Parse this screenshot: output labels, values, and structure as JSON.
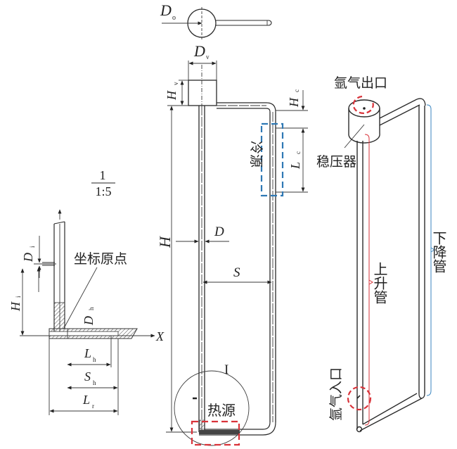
{
  "colors": {
    "line": "#2a2a2a",
    "cold_source_box": "#2e78b4",
    "heat_source_box": "#d9333a",
    "riser_bracket": "#d9333a",
    "downcomer_bracket": "#3a86c0"
  },
  "top_view": {
    "dim_symbol": "D",
    "dim_sub": "o"
  },
  "scale_note": {
    "numerator": "1",
    "denominator": "1:5"
  },
  "detail_view": {
    "label_origin": "坐标原点",
    "axis_x": "X",
    "dims": {
      "Di": {
        "sym": "D",
        "sub": "i"
      },
      "Hi": {
        "sym": "H",
        "sub": "i"
      },
      "Dh": {
        "sym": "D",
        "sub": "h"
      },
      "Lh": {
        "sym": "L",
        "sub": "h"
      },
      "Sh": {
        "sym": "S",
        "sub": "h"
      },
      "Lr": {
        "sym": "L",
        "sub": "r"
      }
    }
  },
  "front_view": {
    "dims": {
      "Dv": {
        "sym": "D",
        "sub": "v"
      },
      "Hv": {
        "sym": "H",
        "sub": "v"
      },
      "Hc": {
        "sym": "H",
        "sub": "c"
      },
      "Lc": {
        "sym": "L",
        "sub": "c"
      },
      "H": {
        "sym": "H"
      },
      "D": {
        "sym": "D"
      },
      "S": {
        "sym": "S"
      }
    },
    "cold_source_label": "冷源",
    "heat_source_label": "热源",
    "detail_marker": "I"
  },
  "iso_view": {
    "outlet_label": "氩气出口",
    "pressurizer_label": "稳压器",
    "riser_label": "上升管",
    "downcomer_label": "下降管",
    "inlet_label": "氩气入口"
  }
}
